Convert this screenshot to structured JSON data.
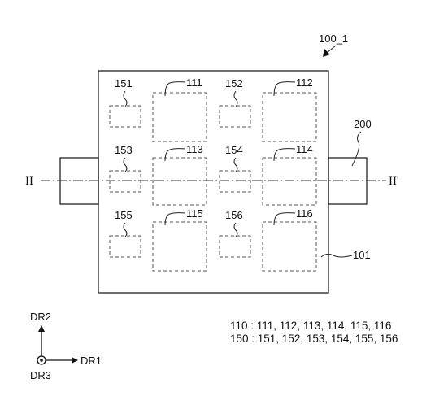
{
  "figure": {
    "ref_label": "100_1",
    "substrate_label": "101",
    "connector_label": "200",
    "section_start": "II",
    "section_end": "II'",
    "large_regions": [
      "111",
      "112",
      "113",
      "114",
      "115",
      "116"
    ],
    "small_regions": [
      "151",
      "152",
      "153",
      "154",
      "155",
      "156"
    ]
  },
  "axes": {
    "up": "DR2",
    "right": "DR1",
    "out_of_plane": "DR3"
  },
  "legend": {
    "line1": "110 : 111, 112, 113, 114, 115, 116",
    "line2": "150 : 151, 152, 153, 154, 155, 156"
  }
}
